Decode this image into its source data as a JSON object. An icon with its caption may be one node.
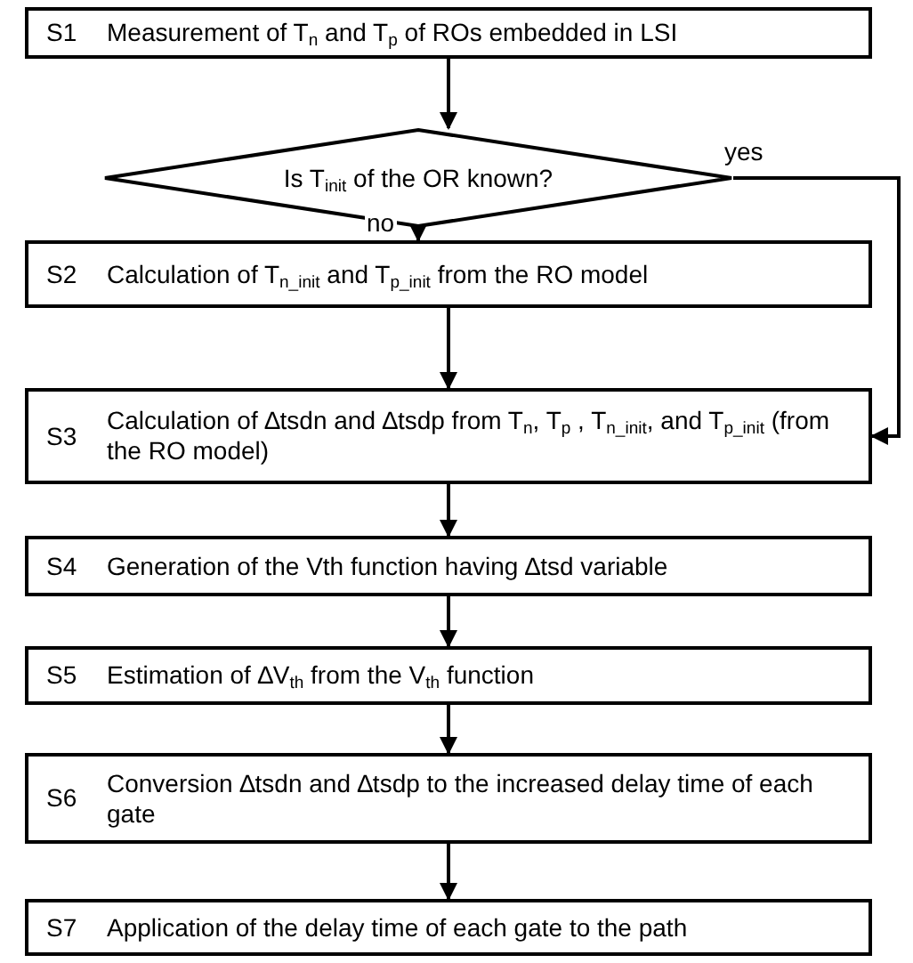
{
  "diagram": {
    "nodes": [
      {
        "text": [
          "S1",
          "Measurement of T$_{n}$ and T$_{p}$ of ROs embedded in LSI"
        ]
      },
      {
        "text": [
          "Is T$_{init}$ of the OR known?"
        ]
      },
      {
        "text": [
          "S2",
          "Calculation of T$_{n_init}$ and T$_{p_init}$ from the RO model"
        ]
      },
      {
        "text": [
          "S3",
          "Calculation of ∆tsdn and ∆tsdp from T$_{n}$, T$_{p}$ , T$_{n_init}$, and T$_{p_init}$ (from the RO model)"
        ]
      },
      {
        "text": [
          "S4",
          "Generation of the Vth function having ∆tsd variable"
        ]
      },
      {
        "text": [
          "S5",
          "Estimation of ∆V$_{th}$ from the V$_{th}$ function"
        ]
      },
      {
        "text": [
          "S6",
          "Conversion ∆tsdn and ∆tsdp to the  increased delay time of each gate"
        ]
      },
      {
        "text": [
          "S7",
          "Application of the delay time of each gate to the path"
        ]
      }
    ],
    "edges": [
      {
        "from": 0,
        "to": 1,
        "arrow": "to"
      },
      {
        "from": 1,
        "to": 2,
        "arrow": "to",
        "label": "no"
      },
      {
        "from": 1,
        "to": 3,
        "arrow": "to",
        "label": "yes"
      },
      {
        "from": 2,
        "to": 3,
        "arrow": "to"
      },
      {
        "from": 3,
        "to": 4,
        "arrow": "to"
      },
      {
        "from": 4,
        "to": 5,
        "arrow": "to"
      },
      {
        "from": 5,
        "to": 6,
        "arrow": "to"
      },
      {
        "from": 6,
        "to": 7,
        "arrow": "to"
      }
    ]
  }
}
